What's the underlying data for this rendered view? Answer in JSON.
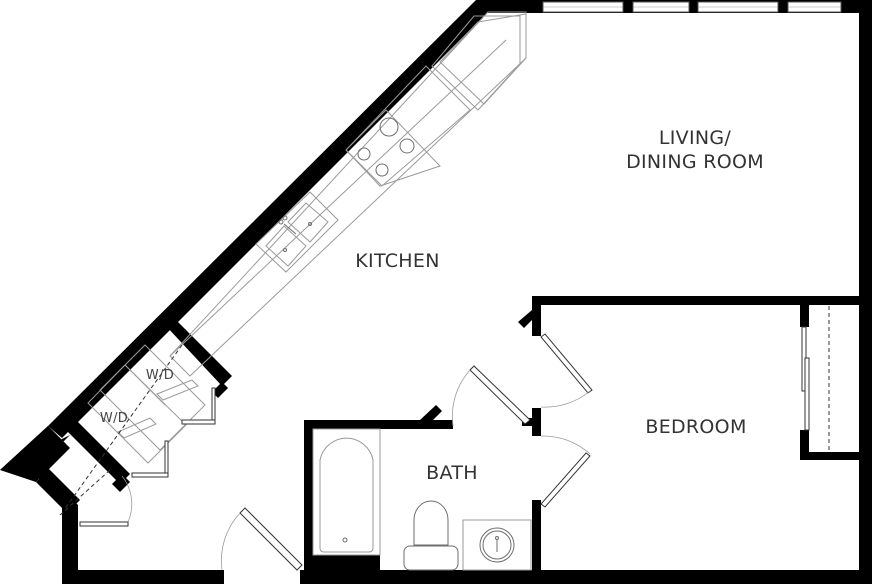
{
  "floorplan": {
    "rooms": {
      "living": {
        "line1": "LIVING/",
        "line2": "DINING ROOM"
      },
      "kitchen": {
        "label": "KITCHEN"
      },
      "bedroom": {
        "label": "BEDROOM"
      },
      "bath": {
        "label": "BATH"
      },
      "laundry": {
        "wd1": "W/D",
        "wd2": "W/D"
      }
    },
    "colors": {
      "wall": "#000000",
      "fixture": "#9a9a9a",
      "text": "#333333",
      "background": "#ffffff"
    }
  }
}
